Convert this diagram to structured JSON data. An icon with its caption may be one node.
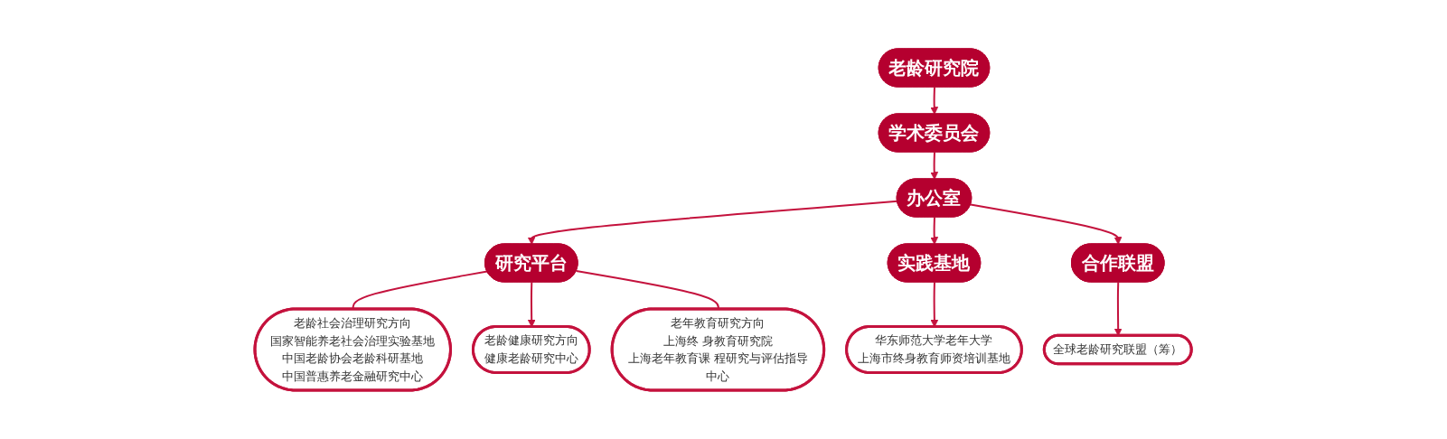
{
  "diagram": {
    "nodes": [
      {
        "text": [
          "老龄研究院"
        ]
      },
      {
        "text": [
          "学术委员会"
        ]
      },
      {
        "text": [
          "办公室"
        ]
      },
      {
        "text": [
          "研究平台"
        ]
      },
      {
        "text": [
          "实践基地"
        ]
      },
      {
        "text": [
          "合作联盟"
        ]
      },
      {
        "text": [
          "老龄社会治理研究方向",
          "国家智能养老社会治理实验基地",
          "中国老龄协会老龄科研基地",
          "中国普惠养老金融研究中心"
        ]
      },
      {
        "text": [
          "老龄健康研究方向",
          "健康老龄研究中心"
        ]
      },
      {
        "text": [
          "老年教育研究方向",
          "上海终 身教育研究院",
          "上海老年教育课 程研究与评估指导中心"
        ]
      },
      {
        "text": [
          "华东师范大学老年大学",
          "上海市终身教育师资培训基地"
        ]
      },
      {
        "text": [
          "全球老龄研究联盟（筹）"
        ]
      }
    ],
    "edges": [
      {
        "from": 0,
        "to": 1,
        "arrow": "to"
      },
      {
        "from": 1,
        "to": 2,
        "arrow": "to"
      },
      {
        "from": 2,
        "to": 3,
        "arrow": "to"
      },
      {
        "from": 2,
        "to": 4,
        "arrow": "to"
      },
      {
        "from": 2,
        "to": 5,
        "arrow": "to"
      },
      {
        "from": 3,
        "to": 6,
        "arrow": "none"
      },
      {
        "from": 3,
        "to": 7,
        "arrow": "to"
      },
      {
        "from": 3,
        "to": 8,
        "arrow": "none"
      },
      {
        "from": 4,
        "to": 9,
        "arrow": "to"
      },
      {
        "from": 5,
        "to": 10,
        "arrow": "to"
      }
    ]
  }
}
